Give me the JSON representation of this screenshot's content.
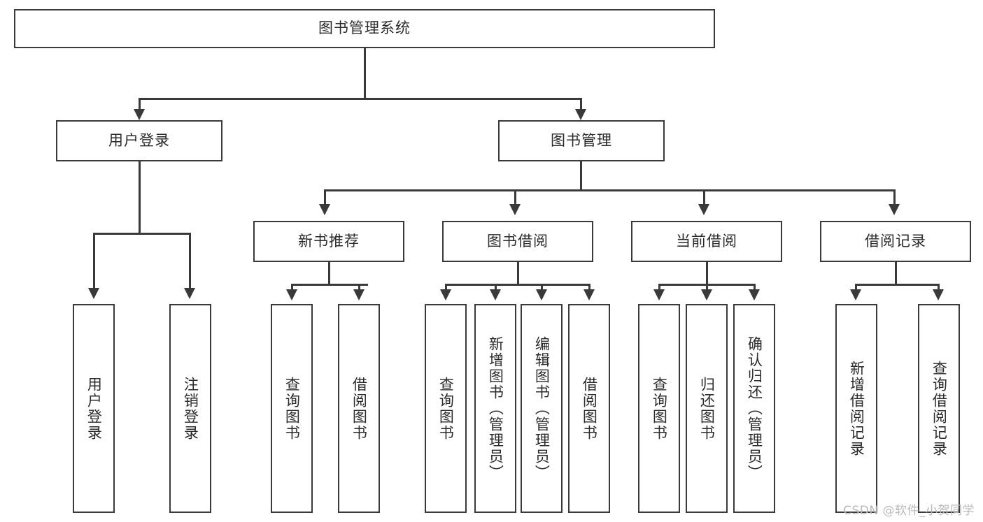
{
  "diagram": {
    "title": "图书管理系统",
    "type": "hierarchy-tree",
    "levels": 3,
    "root": {
      "label": "图书管理系统"
    },
    "level2": [
      {
        "label": "用户登录"
      },
      {
        "label": "图书管理"
      }
    ],
    "level3": [
      {
        "label": "新书推荐",
        "parent": "图书管理"
      },
      {
        "label": "图书借阅",
        "parent": "图书管理"
      },
      {
        "label": "当前借阅",
        "parent": "图书管理"
      },
      {
        "label": "借阅记录",
        "parent": "图书管理"
      }
    ],
    "leaves": {
      "user_login": [
        {
          "label": "用户登录"
        },
        {
          "label": "注销登录"
        }
      ],
      "new_book_recommend": [
        {
          "label": "查询图书"
        },
        {
          "label": "借阅图书"
        }
      ],
      "book_borrow": [
        {
          "label": "查询图书"
        },
        {
          "label": "新增图书（管理员）"
        },
        {
          "label": "编辑图书（管理员）"
        },
        {
          "label": "借阅图书"
        }
      ],
      "current_borrow": [
        {
          "label": "查询图书"
        },
        {
          "label": "归还图书"
        },
        {
          "label": "确认归还（管理员）"
        }
      ],
      "borrow_record": [
        {
          "label": "新增借阅记录"
        },
        {
          "label": "查询借阅记录"
        }
      ]
    }
  },
  "watermark": {
    "text": "CSDN @软件_小贺同学"
  },
  "colors": {
    "stroke": "#3a3a3a",
    "background": "#ffffff",
    "text": "#2b2b2b",
    "watermark": "#b9b9b9"
  }
}
